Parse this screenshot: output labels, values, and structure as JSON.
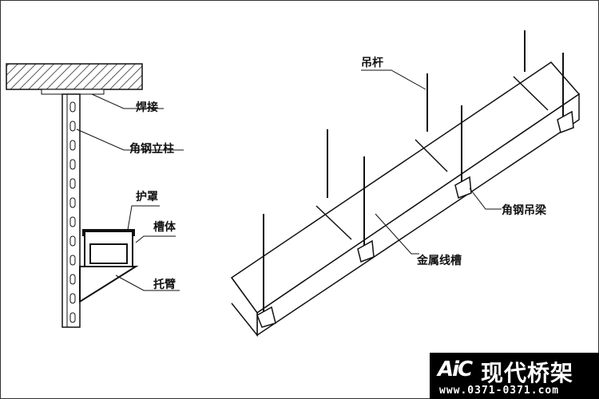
{
  "left_diagram": {
    "labels": {
      "weld": "焊接",
      "angle_column": "角钢立柱",
      "cover": "护罩",
      "trough": "槽体",
      "bracket": "托臂"
    }
  },
  "right_diagram": {
    "labels": {
      "rod": "吊杆",
      "angle_beam": "角钢吊梁",
      "metal_trunking": "金属线槽"
    }
  },
  "logo": {
    "mark": "AiC",
    "name": "现代桥架",
    "url": "www.0371-0371.com"
  }
}
